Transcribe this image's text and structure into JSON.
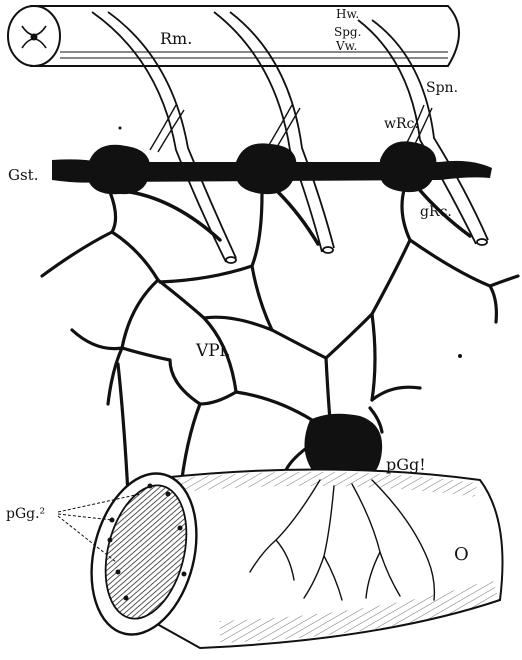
{
  "figure": {
    "colors": {
      "ink": "#111111",
      "paper": "#ffffff"
    },
    "labels": {
      "rm": "Rm.",
      "hw": "Hw.",
      "spg": "Spg.",
      "vw": "Vw.",
      "spn": "Spn.",
      "wrc": "wRc.",
      "gst": "Gst.",
      "grc": "gRc.",
      "vpl": "VPl.",
      "pgg1": "pGg!",
      "pgg2": "pGg.²",
      "o": "O"
    }
  }
}
